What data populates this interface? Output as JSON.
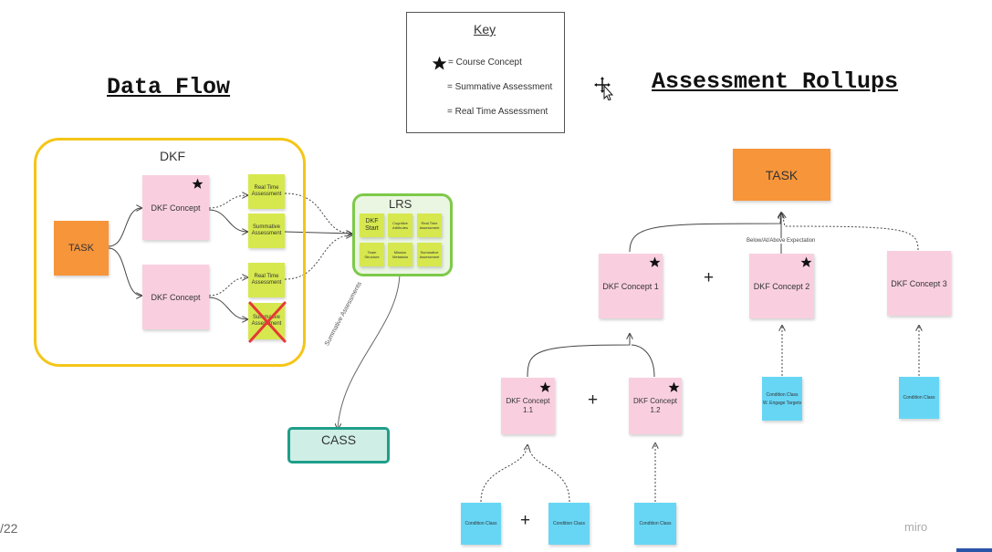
{
  "titles": {
    "data_flow": "Data Flow",
    "assessment_rollups": "Assessment Rollups"
  },
  "key": {
    "title": "Key",
    "course_concept": "= Course Concept",
    "summative": "= Summative Assessment",
    "real_time": "= Real Time Assessment"
  },
  "dataflow": {
    "dkf_label": "DKF",
    "task": "TASK",
    "concept_a": "DKF Concept",
    "concept_b": "DKF Concept",
    "rt1": "Real Time Assessment",
    "sum1": "Summative Assessment",
    "rt2": "Real Time Assessment",
    "sum2": "Summative Assessment",
    "lrs": "LRS",
    "lrs_notes": [
      "DKF Start",
      "Cognitive Attributes",
      "Real Time Assessment",
      "Team Structure",
      "Mission Metadata",
      "Summative Assessment"
    ],
    "edge_label": "Summative Assessments",
    "cass": "CASS"
  },
  "rollup": {
    "task": "TASK",
    "edge_label": "Below/At/Above Expectation",
    "c1": "DKF Concept 1",
    "c2": "DKF Concept 2",
    "c3": "DKF Concept 3",
    "c11": "DKF Concept 1.1",
    "c12": "DKF Concept 1.2",
    "cond2": "Condition Class",
    "cond2_sub": "W. Engage Targets",
    "cond3": "Condition Class",
    "cond_a": "Condition Class",
    "cond_b": "Condition Class",
    "cond_c": "Condition Class",
    "plus": "+"
  },
  "footer": {
    "date_fragment": "/22",
    "brand": "miro"
  },
  "colors": {
    "yellow_border": "#f5c518",
    "lrs_border": "#7ec94a",
    "cass_border": "#1f9e89",
    "cross": "#e53935"
  }
}
